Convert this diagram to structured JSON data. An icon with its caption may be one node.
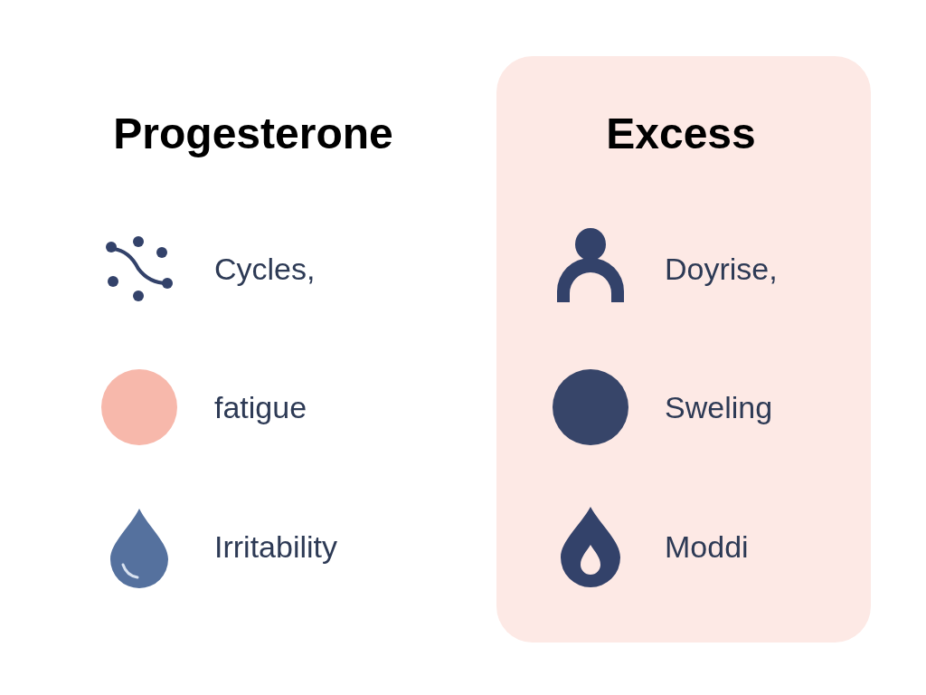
{
  "diagram": {
    "nodes": [
      {
        "text": [
          "Excess",
          "Doyrise,",
          "Sweling",
          "Moddi"
        ]
      }
    ],
    "labels": [
      "Progesterone",
      "Cycles,",
      "fatigue",
      "Irritability"
    ]
  }
}
